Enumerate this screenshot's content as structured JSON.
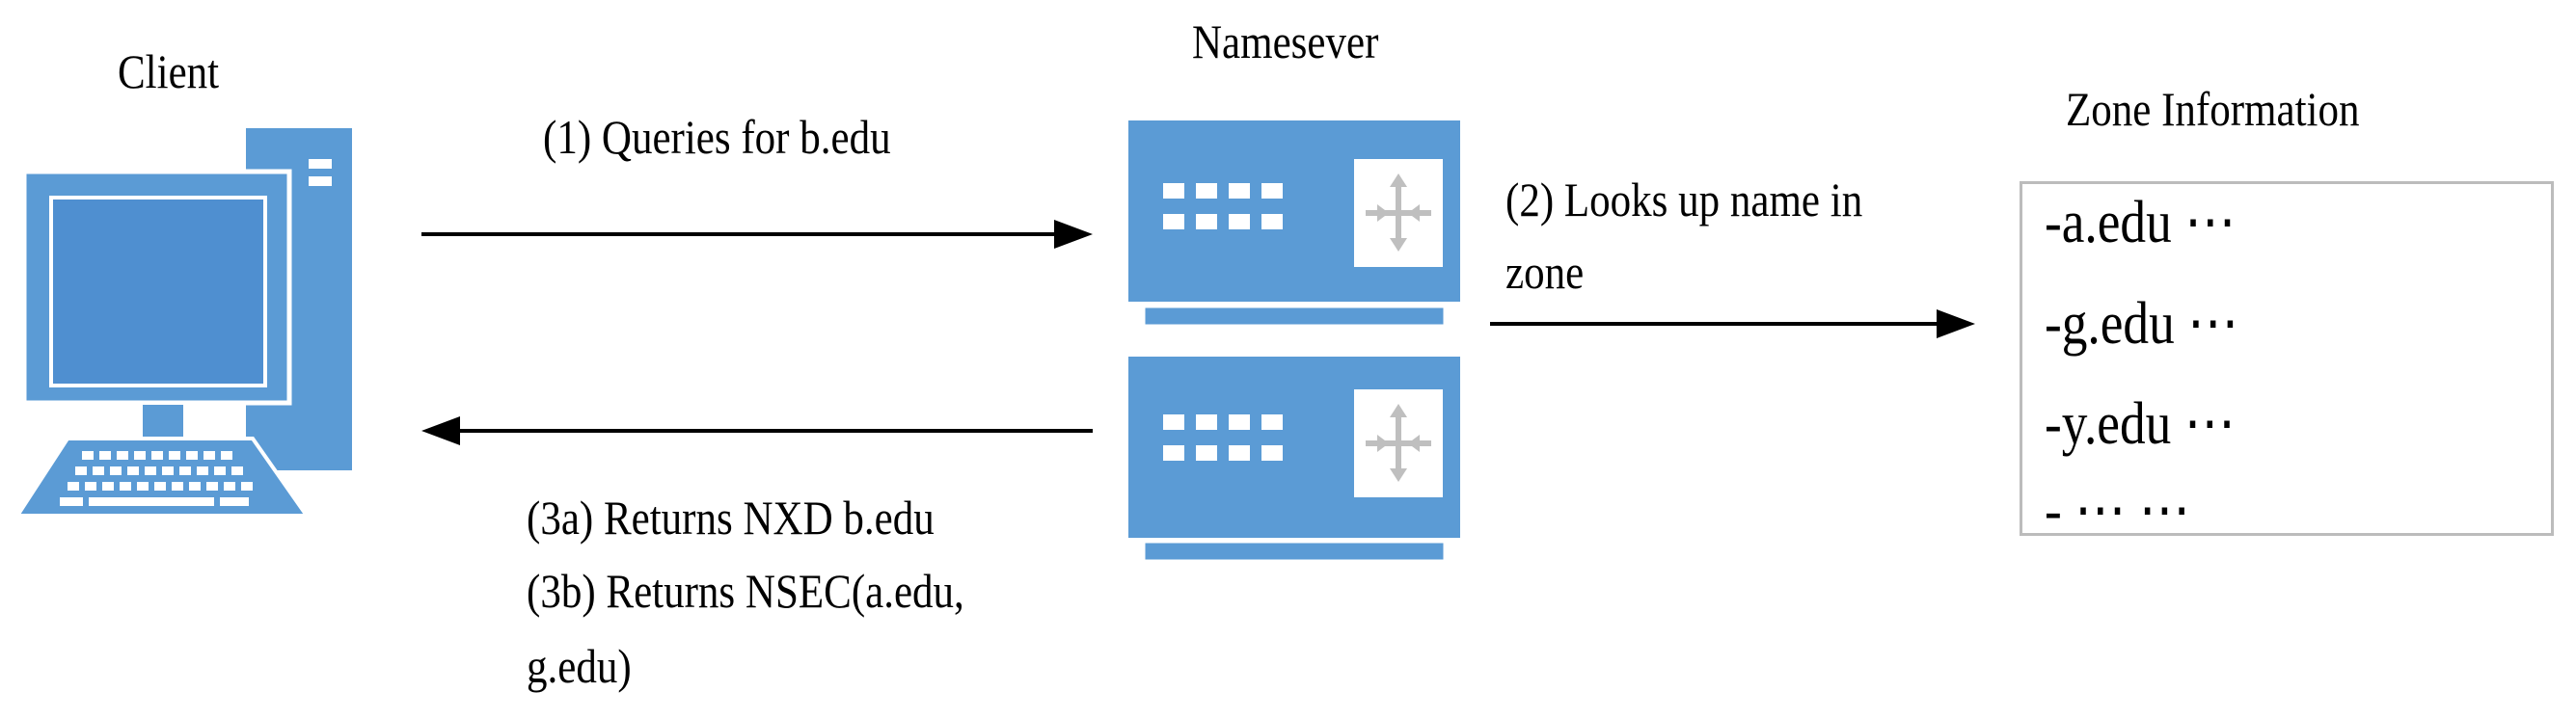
{
  "client": {
    "label": "Client",
    "icon": "desktop-computer-icon"
  },
  "nameserver": {
    "label": "Namesever",
    "icon": "server-switch-icon"
  },
  "zone": {
    "title": "Zone Information",
    "entries": [
      "-a.edu ⋯",
      "-g.edu ⋯",
      "-y.edu ⋯",
      "- ⋯ ⋯"
    ]
  },
  "steps": {
    "query": "(1) Queries for b.edu",
    "lookup_line1": "(2) Looks up name in",
    "lookup_line2": "zone",
    "return_nxd": "(3a) Returns NXD b.edu",
    "return_nsec_line1": "(3b) Returns NSEC(a.edu,",
    "return_nsec_line2": "g.edu)"
  },
  "colors": {
    "device_blue": "#5b9bd5",
    "screen_dark": "#4a86c5",
    "white": "#ffffff",
    "arrow": "#000000",
    "router_gray": "#bfbfbf"
  }
}
